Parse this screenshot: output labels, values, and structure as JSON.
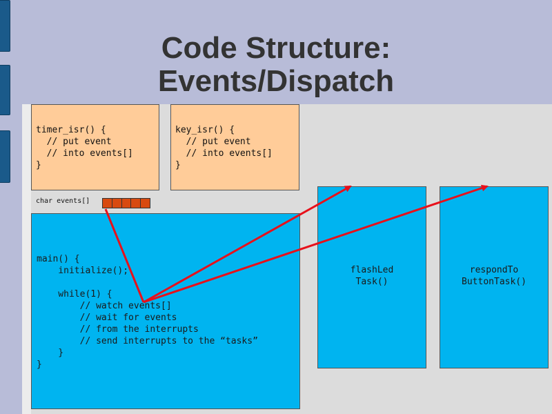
{
  "slide": {
    "title_line1": "Code Structure:",
    "title_line2": "Events/Dispatch"
  },
  "colors": {
    "background": "#b8bcd8",
    "content_panel": "#dcdcdc",
    "orange_box": "#ffcc99",
    "blue_box": "#00b4f0",
    "array_cell": "#d84a10",
    "arrow": "#e8101a",
    "side_tab": "#1a5a8a"
  },
  "timer_isr": {
    "code": "timer_isr() {\n  // put event\n  // into events[]\n}"
  },
  "key_isr": {
    "code": "key_isr() {\n  // put event\n  // into events[]\n}"
  },
  "events_array": {
    "label": "char events[]",
    "cell_count": 5
  },
  "main_loop": {
    "code": "main() {\n    initialize();\n\n    while(1) {\n        // watch events[]\n        // wait for events\n        // from the interrupts\n        // send interrupts to the “tasks”\n    }\n}"
  },
  "tasks": [
    {
      "label": "flashLed\nTask()"
    },
    {
      "label": "respondTo\nButtonTask()"
    }
  ]
}
